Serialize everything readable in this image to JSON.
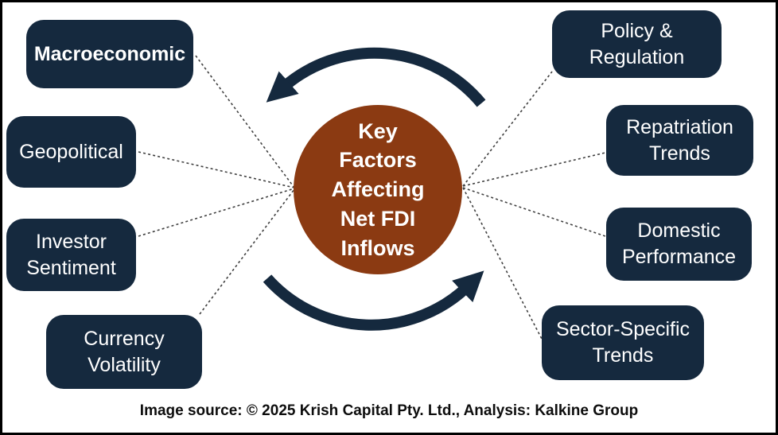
{
  "colors": {
    "box_fill": "#15293E",
    "circle_fill": "#8B3A12",
    "arrow": "#15293E",
    "connector_line": "#404040",
    "box_text": "#FFFFFF",
    "caption_text": "#0D0D0D",
    "border": "#000000"
  },
  "center_circle": {
    "label": "Key\nFactors\nAffecting\nNet FDI\nInflows"
  },
  "left_factors": [
    {
      "label": "Macroeconomic"
    },
    {
      "label": "Geopolitical"
    },
    {
      "label": "Investor\nSentiment"
    },
    {
      "label": "Currency\nVolatility"
    }
  ],
  "right_factors": [
    {
      "label": "Policy &\nRegulation"
    },
    {
      "label": "Repatriation\nTrends"
    },
    {
      "label": "Domestic\nPerformance"
    },
    {
      "label": "Sector-Specific\nTrends"
    }
  ],
  "icons": {
    "cycle_arrow_top": "curved-cycle-arrow-pointing-left",
    "cycle_arrow_bottom": "curved-cycle-arrow-pointing-right"
  },
  "caption": "Image source: © 2025 Krish Capital Pty. Ltd., Analysis: Kalkine Group"
}
